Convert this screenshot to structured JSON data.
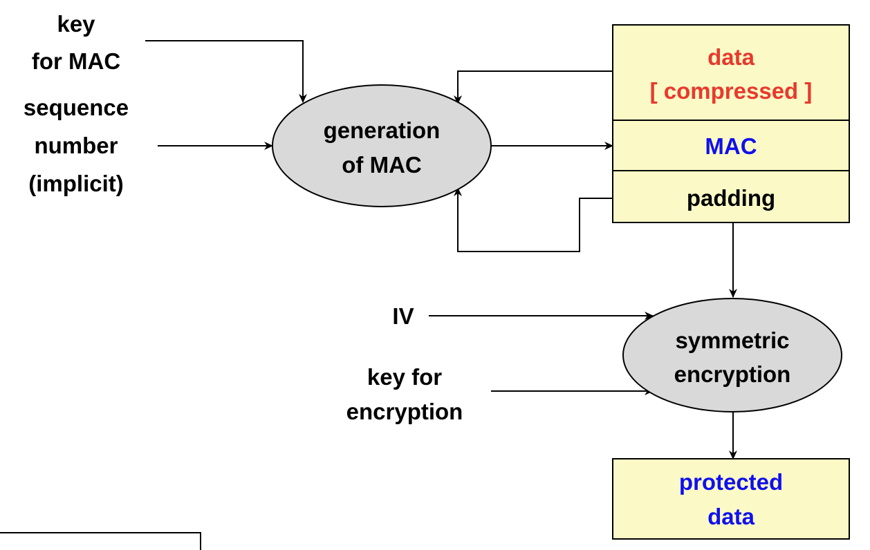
{
  "inputs": {
    "key_for_mac": [
      "key",
      "for MAC"
    ],
    "sequence_number": [
      "sequence",
      "number",
      "(implicit)"
    ],
    "iv": "IV",
    "key_for_encryption": [
      "key for",
      "encryption"
    ]
  },
  "processes": {
    "mac_generation": [
      "generation",
      "of MAC"
    ],
    "symmetric_encryption": [
      "symmetric",
      "encryption"
    ]
  },
  "record": {
    "data": [
      "data",
      "[ compressed ]"
    ],
    "mac": "MAC",
    "padding": "padding"
  },
  "output": {
    "protected_data": [
      "protected",
      "data"
    ]
  },
  "colors": {
    "box_fill": "#fbfac6",
    "oval_fill": "#d9d9d9",
    "data_text": "#e8392d",
    "mac_text": "#1010ee",
    "output_text": "#1010ee"
  }
}
